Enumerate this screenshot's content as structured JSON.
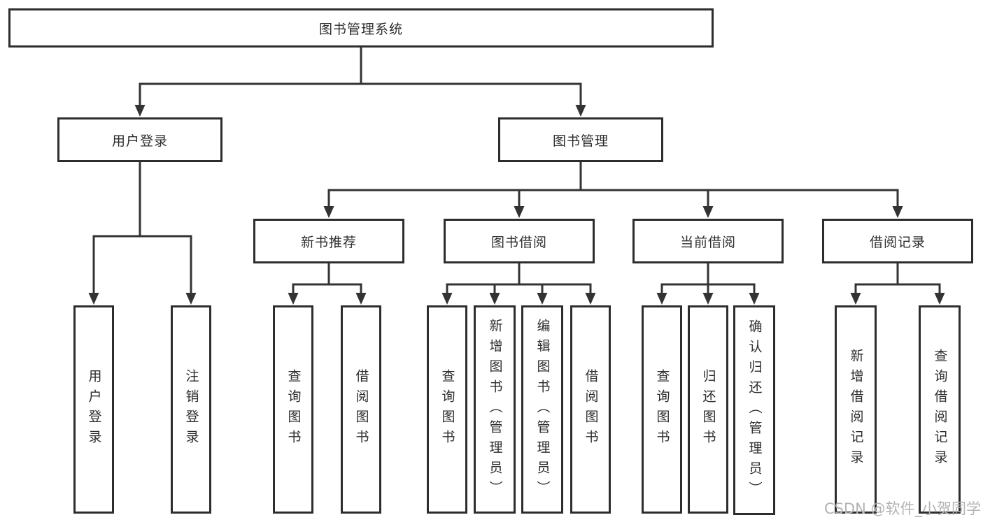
{
  "tree": {
    "root": {
      "label": "图书管理系统"
    },
    "level2": [
      {
        "id": "user-login",
        "label": "用户登录",
        "parent": "图书管理系统"
      },
      {
        "id": "book-management",
        "label": "图书管理",
        "parent": "图书管理系统"
      }
    ],
    "level3": [
      {
        "id": "new-book-recommend",
        "label": "新书推荐",
        "parent": "图书管理"
      },
      {
        "id": "book-borrowing",
        "label": "图书借阅",
        "parent": "图书管理"
      },
      {
        "id": "current-borrowing",
        "label": "当前借阅",
        "parent": "图书管理"
      },
      {
        "id": "borrowing-records",
        "label": "借阅记录",
        "parent": "图书管理"
      }
    ],
    "leaves": [
      {
        "label": "用户登录",
        "parent": "用户登录"
      },
      {
        "label": "注销登录",
        "parent": "用户登录"
      },
      {
        "label": "查询图书",
        "parent": "新书推荐"
      },
      {
        "label": "借阅图书",
        "parent": "新书推荐"
      },
      {
        "label": "查询图书",
        "parent": "图书借阅"
      },
      {
        "label": "新增图书（管理员）",
        "parent": "图书借阅"
      },
      {
        "label": "编辑图书（管理员）",
        "parent": "图书借阅"
      },
      {
        "label": "借阅图书",
        "parent": "图书借阅"
      },
      {
        "label": "查询图书",
        "parent": "当前借阅"
      },
      {
        "label": "归还图书",
        "parent": "当前借阅"
      },
      {
        "label": "确认归还（管理员）",
        "parent": "当前借阅"
      },
      {
        "label": "新增借阅记录",
        "parent": "借阅记录"
      },
      {
        "label": "查询借阅记录",
        "parent": "借阅记录"
      }
    ]
  },
  "watermark": "CSDN @软件_小贺同学",
  "colors": {
    "line": "#333333",
    "box_border": "#2d2d2d",
    "text": "#2d2d2d",
    "watermark": "#b3b3b3",
    "background": "#ffffff"
  }
}
